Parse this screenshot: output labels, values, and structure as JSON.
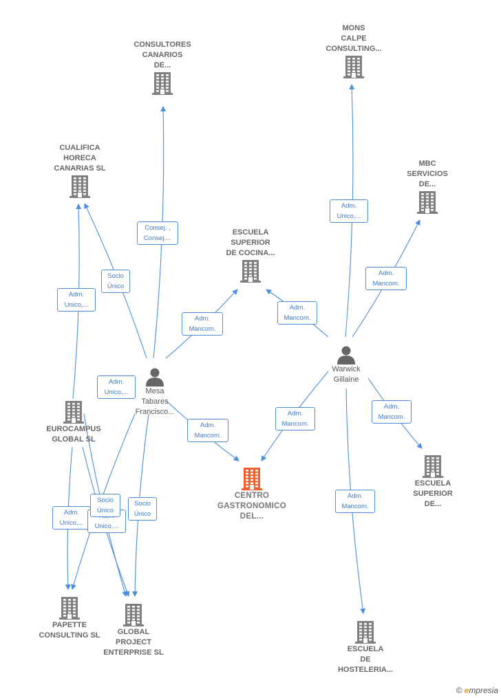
{
  "colors": {
    "edge": "#4a8fd8",
    "building": "#808080",
    "center": "#f0602a",
    "person": "#666666"
  },
  "nodes": [
    {
      "id": "consultores",
      "type": "company",
      "lines": [
        "CONSULTORES",
        "CANARIOS",
        "DE..."
      ]
    },
    {
      "id": "mons",
      "type": "company",
      "lines": [
        "MONS",
        "CALPE",
        "CONSULTING..."
      ]
    },
    {
      "id": "cualifica",
      "type": "company",
      "lines": [
        "CUALIFICA",
        "HORECA",
        "CANARIAS  SL"
      ]
    },
    {
      "id": "mbc",
      "type": "company",
      "lines": [
        "MBC",
        "SERVICIOS",
        "DE..."
      ]
    },
    {
      "id": "escuela_cocina",
      "type": "company",
      "lines": [
        "ESCUELA",
        "SUPERIOR",
        "DE COCINA..."
      ]
    },
    {
      "id": "mesa",
      "type": "person",
      "lines": [
        "Mesa",
        "Tabares",
        "Francisco..."
      ]
    },
    {
      "id": "warwick",
      "type": "person",
      "lines": [
        "Warwick",
        "Gillaine"
      ]
    },
    {
      "id": "eurocampus",
      "type": "company",
      "lines": [
        "EUROCAMPUS",
        "GLOBAL  SL"
      ]
    },
    {
      "id": "centro",
      "type": "center",
      "lines": [
        "CENTRO",
        "GASTRONOMICO",
        "DEL..."
      ]
    },
    {
      "id": "escuela_superior",
      "type": "company",
      "lines": [
        "ESCUELA",
        "SUPERIOR",
        "DE..."
      ]
    },
    {
      "id": "papette",
      "type": "company",
      "lines": [
        "PAPETTE",
        "CONSULTING SL"
      ]
    },
    {
      "id": "global_project",
      "type": "company",
      "lines": [
        "GLOBAL",
        "PROJECT",
        "ENTERPRISE SL"
      ]
    },
    {
      "id": "escuela_hosteleria",
      "type": "company",
      "lines": [
        "ESCUELA",
        "DE",
        "HOSTELERIA..."
      ]
    }
  ],
  "edge_labels": [
    {
      "id": "l1",
      "lines": [
        "Consej. ,",
        "Consej...."
      ]
    },
    {
      "id": "l2",
      "lines": [
        "Socio",
        "Único"
      ]
    },
    {
      "id": "l3",
      "lines": [
        "Adm.",
        "Unico,..."
      ]
    },
    {
      "id": "l4",
      "lines": [
        "Adm.",
        "Mancom."
      ]
    },
    {
      "id": "l5",
      "lines": [
        "Adm.",
        "Unico,..."
      ]
    },
    {
      "id": "l6",
      "lines": [
        "Adm.",
        "Mancom."
      ]
    },
    {
      "id": "l7",
      "lines": [
        "Adm.",
        "Unico,..."
      ]
    },
    {
      "id": "l8",
      "lines": [
        "Adm.",
        "Mancom."
      ]
    },
    {
      "id": "l9",
      "lines": [
        "Adm.",
        "Mancom."
      ]
    },
    {
      "id": "l10",
      "lines": [
        "Adm.",
        "Mancom."
      ]
    },
    {
      "id": "l11",
      "lines": [
        "Adm.",
        "Mancom."
      ]
    },
    {
      "id": "l12",
      "lines": [
        "Adm.",
        "Mancom."
      ]
    },
    {
      "id": "l13",
      "lines": [
        "Adm.",
        "Unico,..."
      ]
    },
    {
      "id": "l14",
      "lines": [
        "Adm.",
        "Unico,..."
      ]
    },
    {
      "id": "l15",
      "lines": [
        "Socio",
        "Único"
      ]
    },
    {
      "id": "l16",
      "lines": [
        "Socio",
        "Único"
      ]
    }
  ],
  "footer": {
    "copyright": "©",
    "brand_first": "e",
    "brand_rest": "mpresia"
  }
}
